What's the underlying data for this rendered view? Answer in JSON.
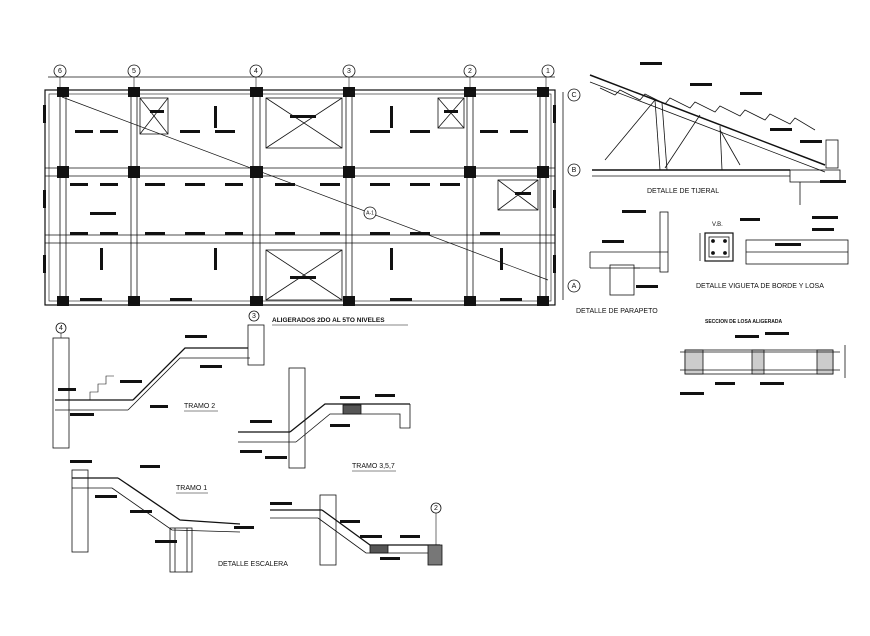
{
  "plan": {
    "title": "ALIGERADOS 2DO AL 5TO NIVELES",
    "grid_columns": [
      "6",
      "5",
      "4",
      "3",
      "2",
      "1"
    ],
    "grid_rows": [
      "C",
      "B",
      "A"
    ],
    "section_mark": "A-1"
  },
  "details": {
    "tijeral": "DETALLE DE TIJERAL",
    "parapeto": "DETALLE DE PARAPETO",
    "vigueta_tag": "V.B.",
    "vigueta": "DETALLE VIGUETA DE BORDE Y LOSA",
    "losa": "SECCION DE LOSA ALIGERADA"
  },
  "stairs": {
    "tramo2": "TRAMO 2",
    "tramo357": "TRAMO 3,5,7",
    "tramo1": "TRAMO 1",
    "title": "DETALLE  ESCALERA",
    "axis_4": "4",
    "axis_3": "3",
    "axis_2": "2"
  }
}
